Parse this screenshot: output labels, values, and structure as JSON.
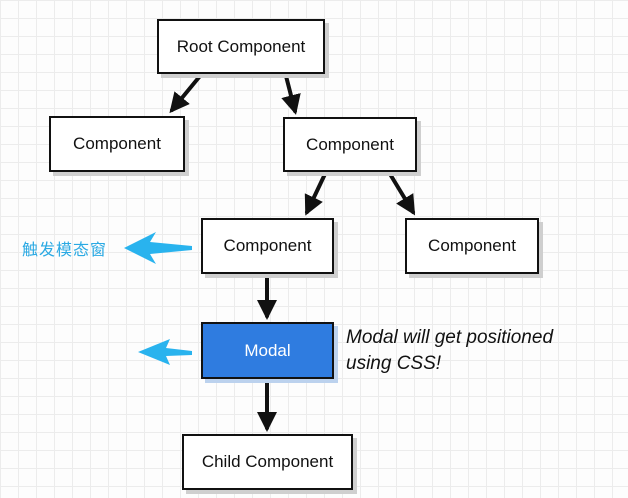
{
  "nodes": {
    "root": "Root Component",
    "left": "Component",
    "middle": "Component",
    "trigger": "Component",
    "right": "Component",
    "modal": "Modal",
    "child": "Child Component"
  },
  "annotations": {
    "trigger_label": "触发模态窗",
    "modal_note_line1": "Modal will get positioned",
    "modal_note_line2": "using CSS!"
  },
  "colors": {
    "modal_fill": "#2f7ce0",
    "annotation_arrow": "#29b3ee",
    "stroke": "#111111"
  }
}
